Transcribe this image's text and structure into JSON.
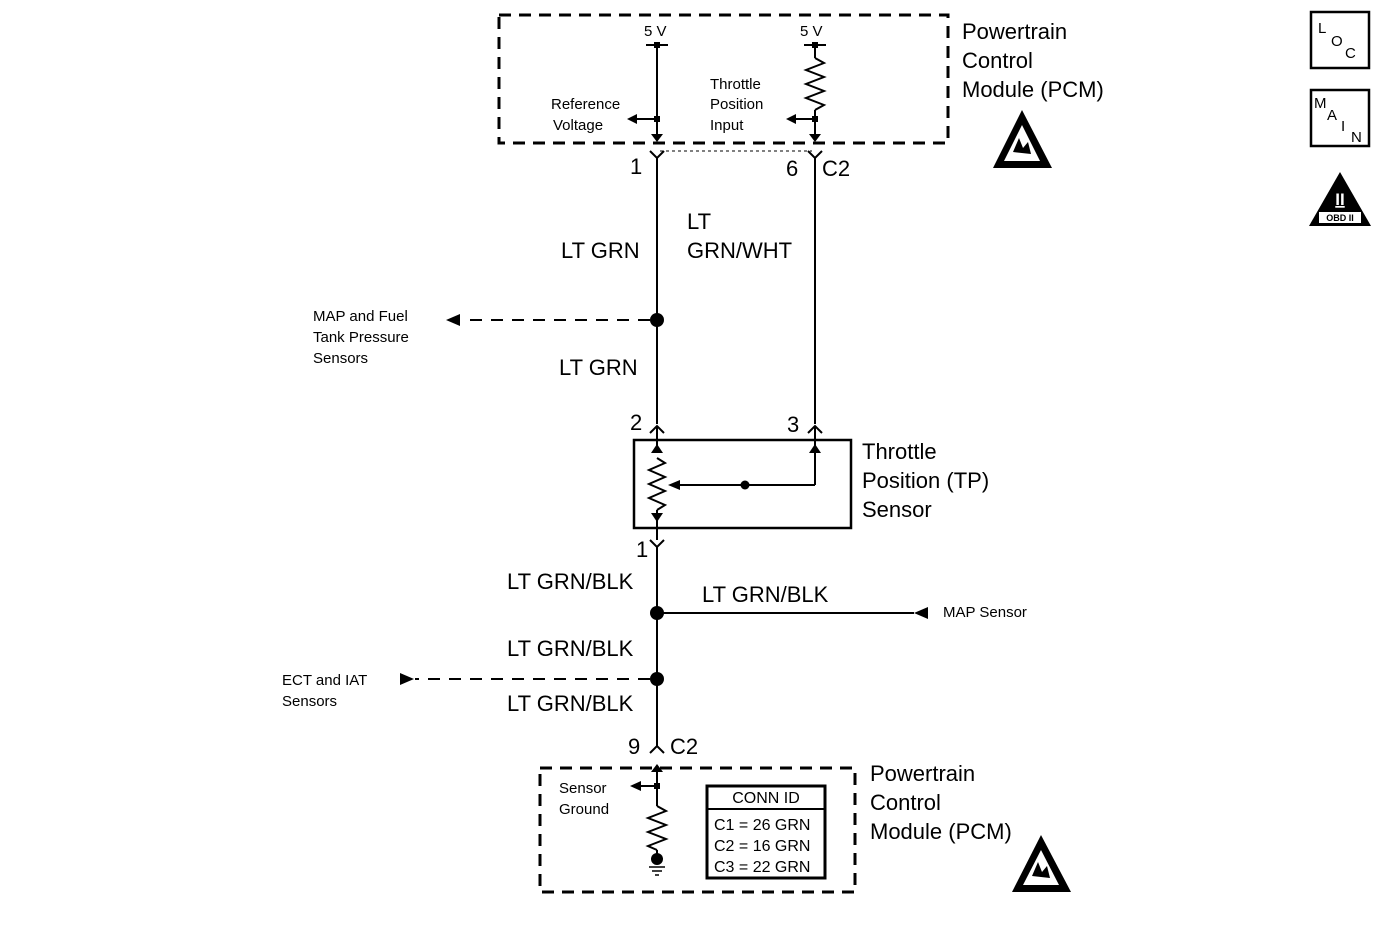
{
  "pcm_top": {
    "title_lines": [
      "Powertrain",
      "Control",
      "Module (PCM)"
    ],
    "ref_v": "5 V",
    "tp_v": "5 V",
    "ref_label": [
      "Reference",
      "Voltage"
    ],
    "tp_label": [
      "Throttle",
      "Position",
      "Input"
    ],
    "pin_ref": "1",
    "pin_tp": "6",
    "conn": "C2"
  },
  "wires": {
    "ref_upper": "LT GRN",
    "ref_lower": "LT GRN",
    "tp_signal": [
      "LT",
      "GRN/WHT"
    ],
    "gnd_1": "LT GRN/BLK",
    "gnd_map": "LT GRN/BLK",
    "gnd_2": "LT GRN/BLK",
    "gnd_3": "LT GRN/BLK"
  },
  "splices": {
    "map_fuel": [
      "MAP and Fuel",
      "Tank Pressure",
      "Sensors"
    ],
    "map_sensor": "MAP Sensor",
    "ect_iat": [
      "ECT and IAT",
      "Sensors"
    ]
  },
  "tp_sensor": {
    "title_lines": [
      "Throttle",
      "Position (TP)",
      "Sensor"
    ],
    "pin_ref": "2",
    "pin_sig": "3",
    "pin_gnd": "1"
  },
  "pcm_bottom": {
    "title_lines": [
      "Powertrain",
      "Control",
      "Module (PCM)"
    ],
    "gnd_label": [
      "Sensor",
      "Ground"
    ],
    "pin": "9",
    "conn": "C2",
    "conn_id_title": "CONN ID",
    "conn_id_rows": [
      "C1 = 26 GRN",
      "C2 = 16 GRN",
      "C3 = 22 GRN"
    ]
  },
  "side_icons": {
    "loc": [
      "L",
      "O",
      "C"
    ],
    "main": [
      "M",
      "A",
      "I",
      "N"
    ],
    "obd": [
      "II",
      "OBD II"
    ]
  }
}
